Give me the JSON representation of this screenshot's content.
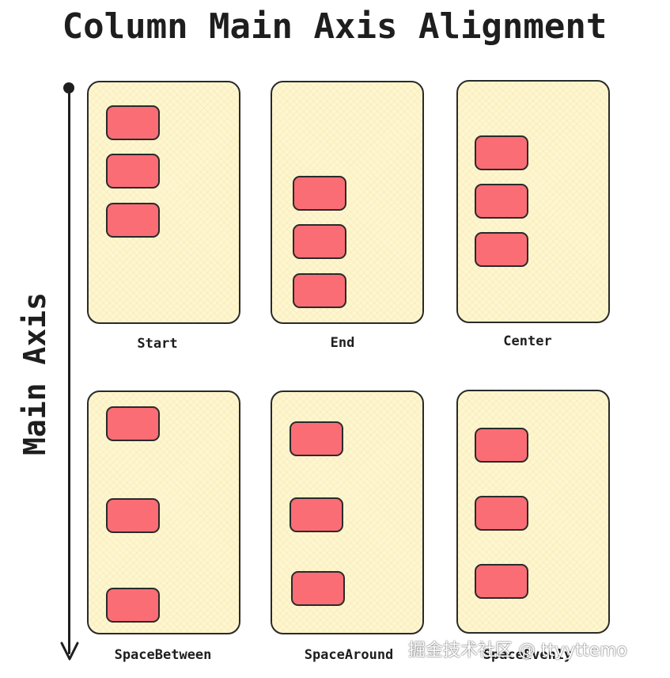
{
  "title": "Column Main Axis Alignment",
  "axis": {
    "label": "Main Axis"
  },
  "panels": [
    {
      "label": "Start"
    },
    {
      "label": "End"
    },
    {
      "label": "Center"
    },
    {
      "label": "SpaceBetween"
    },
    {
      "label": "SpaceAround"
    },
    {
      "label": "SpaceEvenly"
    }
  ],
  "colors": {
    "container_fill": "#fdf6d0",
    "item_fill": "#fa6d75",
    "stroke": "#1e1e1e"
  },
  "watermark": "掘金技术社区 @ ttyyttemo"
}
